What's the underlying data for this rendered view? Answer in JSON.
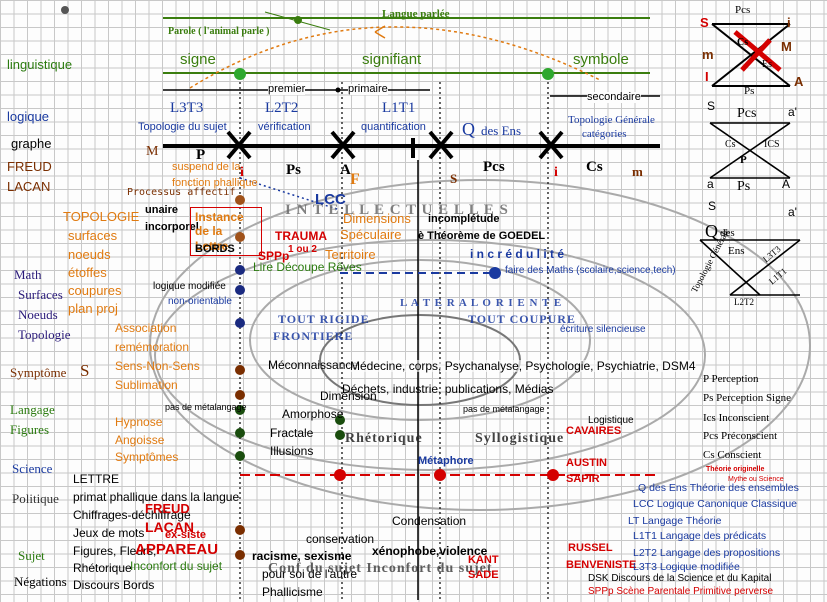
{
  "top": {
    "langue_parlee": "Langue parlée",
    "parole": "Parole ( l'animal parle )",
    "signe": "signe",
    "signifiant": "signifiant",
    "symbole": "symbole",
    "premier": "premier",
    "primaire": "primaire",
    "secondaire": "secondaire"
  },
  "left_col": {
    "linguistique": "linguistique",
    "logique": "logique",
    "graphe": "graphe",
    "freud": "FREUD",
    "lacan": "LACAN",
    "topologie": "TOPOLOGIE",
    "surfaces": "surfaces",
    "noeuds": "noeuds",
    "etoffes": "étoffes",
    "coupures": "coupures",
    "plan": "plan proj",
    "math": "Math",
    "surfaces2": "Surfaces",
    "noeuds2": "Noeuds",
    "topologie2": "Topologie",
    "symptome": "Symptôme",
    "symptome_s": "S",
    "langage": "Langage",
    "figures": "Figures",
    "science": "Science",
    "politique": "Politique",
    "sujet": "Sujet",
    "negations": "Négations"
  },
  "axis": {
    "l3t3": "L3T3",
    "l3t3_sub": "Topologie du sujet",
    "l2t2": "L2T2",
    "l2t2_sub": "vérification",
    "l1t1": "L1T1",
    "l1t1_sub": "quantification",
    "q": "Q",
    "q_sub": "des Ens",
    "topo_gen": "Topologie Générale",
    "categories": "catégories",
    "m": "M",
    "p": "P",
    "i1": "i",
    "ps": "Ps",
    "a": "A",
    "a_red": "F",
    "s": "S",
    "pcs": "Pcs",
    "i2": "i",
    "cs": "Cs",
    "m2": "m"
  },
  "center": {
    "suspend": "suspend de la",
    "fonction": "fonction phallique",
    "processus": "Processus affectif",
    "unaire": "unaire",
    "incorpore": "incorporel",
    "instance": "Instance de la Lettre",
    "lcc": "LCC",
    "trauma": "TRAUMA",
    "sppp": "SPPp",
    "un_ou_deux": "1 ou 2",
    "territoire": "Territoire",
    "speculaire": "Spéculaire",
    "dimensions": "Dimensions",
    "incompletude": "incomplétude",
    "goedel": "è Théorème de GOEDEL",
    "intellectuelles": "I N T E L L E C T U E L L E S",
    "incredulite": "i n c r é d u l i t é",
    "faire_maths": "faire des Maths (scolaire,science,tech)",
    "lire": "Lire Découpe Rêves",
    "logique_modifiee": "logique modifiée",
    "non_orientable": "non-orientable",
    "bords": "BORDS",
    "association": "Association",
    "rememoration": "remémoration",
    "sens_non_sens": "Sens-Non-Sens",
    "sublimation": "Sublimation",
    "hypnose": "Hypnose",
    "angoisse": "Angoisse",
    "symptomes": "Symptômes",
    "lettre": "LETTRE",
    "primat": "primat phallique dans la langue",
    "chiffrages": "Chiffrages-déchiffrage",
    "jeux": "Jeux de  mots",
    "figures_fleurs": "Figures, Fleurs,",
    "rhetorique": "Rhétorique",
    "discours_bords": "Discours  Bords",
    "lacan_red": "LACAN",
    "ex_siste": "ex-siste",
    "appareau": "APPAREAU",
    "inconfort": "Inconfort du sujet",
    "meconnaissance": "Méconnaissance",
    "medecine": "Médecine, corps, Psychanalyse, Psychologie, Psychiatrie, DSM4",
    "dechets": "Déchets, industrie, publications, Médias",
    "pas_metalangage": "pas de métalangage",
    "dimension": "Dimension",
    "amorphose": "Amorphose",
    "fractale": "Fractale",
    "illusions": "Illusions",
    "metaphore": "Métaphore",
    "syllogistique": "Syllogistique",
    "rhetorique2": "Rhétorique",
    "logistique": "Logistique",
    "ecriture": "écriture silencieuse",
    "tout_rigide": "TOUT RIGIDE",
    "tout_coupure": "TOUT COUPURE",
    "frontiere": "FRONTIERE",
    "lateral": "L A T E R A L   O R I E N T E",
    "conservation": "conservation",
    "racisme": "racisme, sexisme",
    "xenophobe": "xénophobe,violence",
    "condensation": "Condensation",
    "pour_soi": "pour soi de l'autre",
    "phallicisme": "Phallicisme",
    "conf": "Conf   du   sujet   Inconfort   du   sujet",
    "lacan_sade": "SADE",
    "russel": "RUSSEL",
    "benveniste": "BENVENISTE",
    "cavaries": "CAVAIRES",
    "saussure": "AUSTIN",
    "sapir": "SAPIR",
    "freud_red": "FREUD",
    "kant": "KANT"
  },
  "right_col": {
    "pcs": "Pcs",
    "s": "S",
    "i": "i",
    "m": "m",
    "M": "M",
    "I": "I",
    "Ps": "Ps",
    "A": "A",
    "cs": "Cs",
    "es": "Es",
    "s2": "S",
    "a_prime": "a'",
    "pcs2": "Pcs",
    "ics": "ICS",
    "p": "P",
    "cs2": "Cs",
    "a": "a",
    "ps2": "Ps",
    "A2": "A",
    "s3": "S",
    "a_prime2": "a'",
    "q": "Q",
    "des": "des",
    "ens": "Ens",
    "topo_gen": "Topologie Générale",
    "l3t3": "L3T3",
    "l1t1": "L1T1",
    "l2t2": "L2T2"
  },
  "legend": {
    "p_perception": "P  Perception",
    "ps_signe": "Ps  Perception Signe",
    "ics": "Ics  Inconscient",
    "pcs": "Pcs  Préconscient",
    "cs": "Cs  Conscient",
    "theorie": "Théorie originelle",
    "mythe": "Mythe ou Science",
    "q_ens": "Q des Ens  Théorie des ensembles",
    "lcc": "LCC  Logique Canonique Classique",
    "lt": "LT  Langage Théorie",
    "l1t1": "L1T1  Langage des prédicats",
    "l2t2": "L2T2  Langage des propositions",
    "l3t3": "L3T3  Logique modifiée",
    "dsk": "DSK  Discours de la Science et du  Kapital",
    "sppp": "SPPp  Scène Parentale Primitive perverse"
  },
  "colors": {
    "green": "#3a7d0e",
    "red": "#d40000",
    "blue": "#1a3aa0",
    "orange": "#e07a10",
    "brown": "#7a2e00"
  }
}
